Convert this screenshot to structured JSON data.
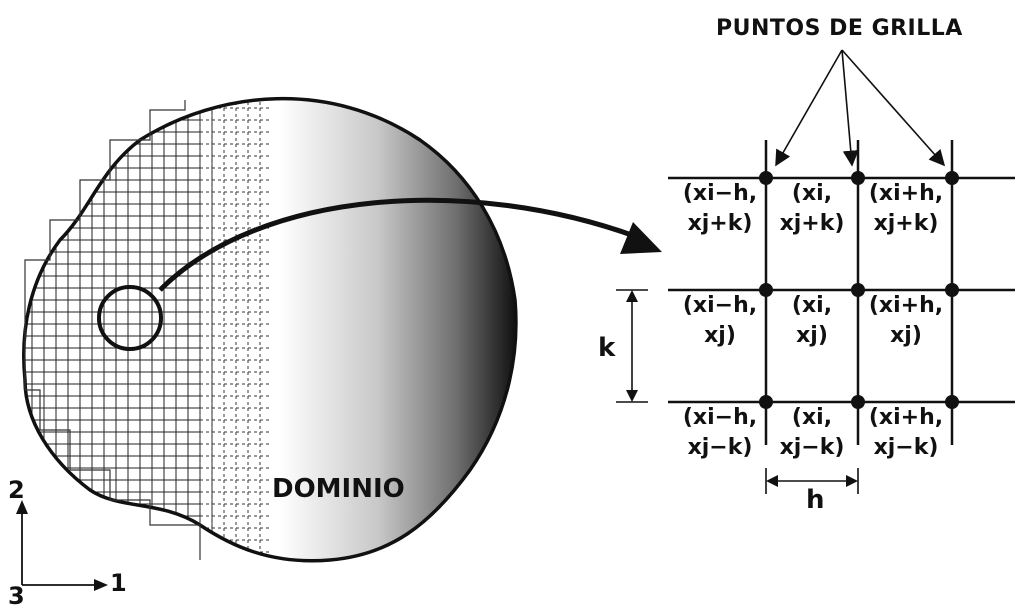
{
  "title": "PUNTOS DE GRILLA",
  "domain_label": "DOMINIO",
  "spacing": {
    "h": "h",
    "k": "k"
  },
  "axes": {
    "one": "1",
    "two": "2",
    "three": "3"
  },
  "cells": [
    {
      "line1": "(xi−h,",
      "line2": "xj+k)"
    },
    {
      "line1": "(xi,",
      "line2": "xj+k)"
    },
    {
      "line1": "(xi+h,",
      "line2": "xj+k)"
    },
    {
      "line1": "(xi−h,",
      "line2": "xj)"
    },
    {
      "line1": "(xi,",
      "line2": "xj)"
    },
    {
      "line1": "(xi+h,",
      "line2": "xj)"
    },
    {
      "line1": "(xi−h,",
      "line2": "xj−k)"
    },
    {
      "line1": "(xi,",
      "line2": "xj−k)"
    },
    {
      "line1": "(xi+h,",
      "line2": "xj−k)"
    }
  ]
}
